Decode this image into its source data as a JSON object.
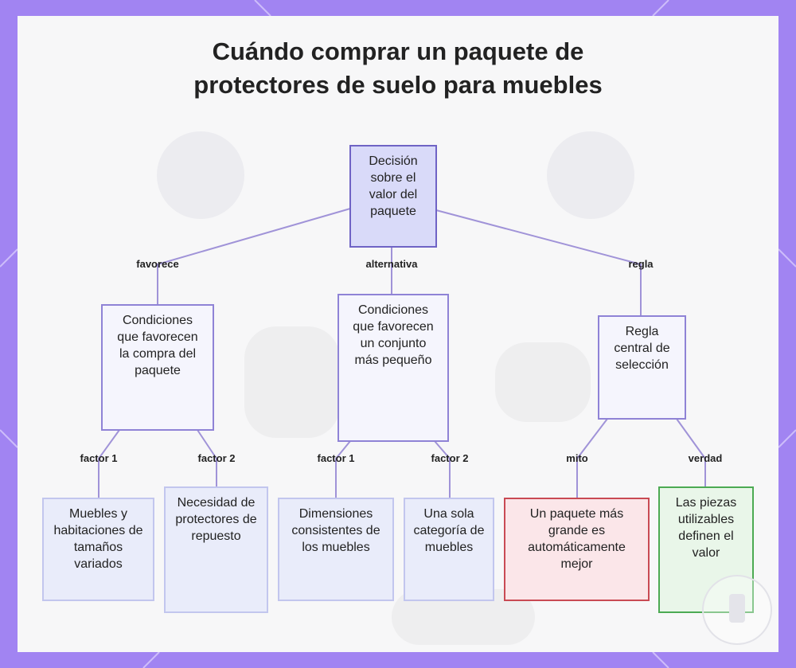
{
  "title": {
    "line1": "Cuándo comprar un paquete de",
    "line2": "protectores de suelo para muebles"
  },
  "colors": {
    "frame": "#a184f2",
    "edge": "#a093d8",
    "root_fill": "#d9daf9",
    "myth_border": "#c94a54",
    "truth_border": "#4caa53"
  },
  "nodes": {
    "root": "Decisión sobre el valor del paquete",
    "favor": "Condiciones que favorecen la compra del paquete",
    "smaller": "Condiciones que favorecen un conjunto más pequeño",
    "rule": "Regla central de selección",
    "leaf1": "Muebles y habitaciones de tamaños variados",
    "leaf2": "Necesidad de protectores de repuesto",
    "leaf3": "Dimensiones consistentes de los muebles",
    "leaf4": "Una sola categoría de muebles",
    "myth": "Un paquete más grande es automáticamente mejor",
    "truth": "Las piezas utilizables definen el valor"
  },
  "edge_labels": {
    "favorece": "favorece",
    "alternativa": "alternativa",
    "regla": "regla",
    "factor1_a": "factor 1",
    "factor2_a": "factor 2",
    "factor1_b": "factor 1",
    "factor2_b": "factor 2",
    "mito": "mito",
    "verdad": "verdad"
  }
}
